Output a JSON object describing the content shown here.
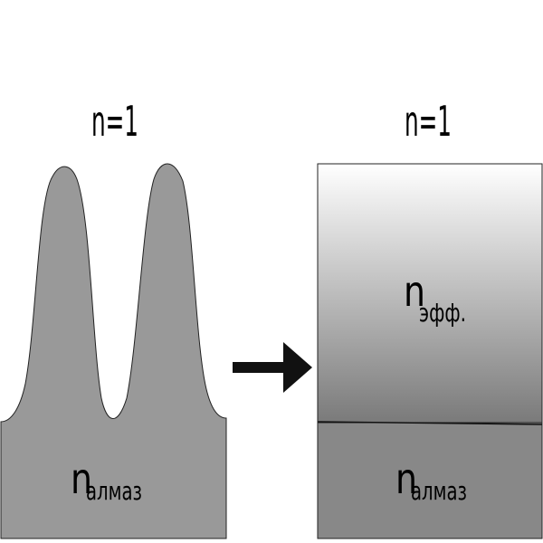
{
  "left_panel": {
    "top_label": "n=1",
    "bottom_label_main": "n",
    "bottom_label_sub": "алмаз",
    "fill_color": "#999999"
  },
  "right_panel": {
    "top_label": "n=1",
    "effective_label_main": "n",
    "effective_label_sub": "эфф.",
    "bottom_label_main": "n",
    "bottom_label_sub": "алмаз",
    "gradient_top_color": "#ffffff",
    "gradient_bottom_color": "#7a7a7a",
    "substrate_color": "#888888"
  },
  "arrow": {
    "color": "#111111"
  }
}
